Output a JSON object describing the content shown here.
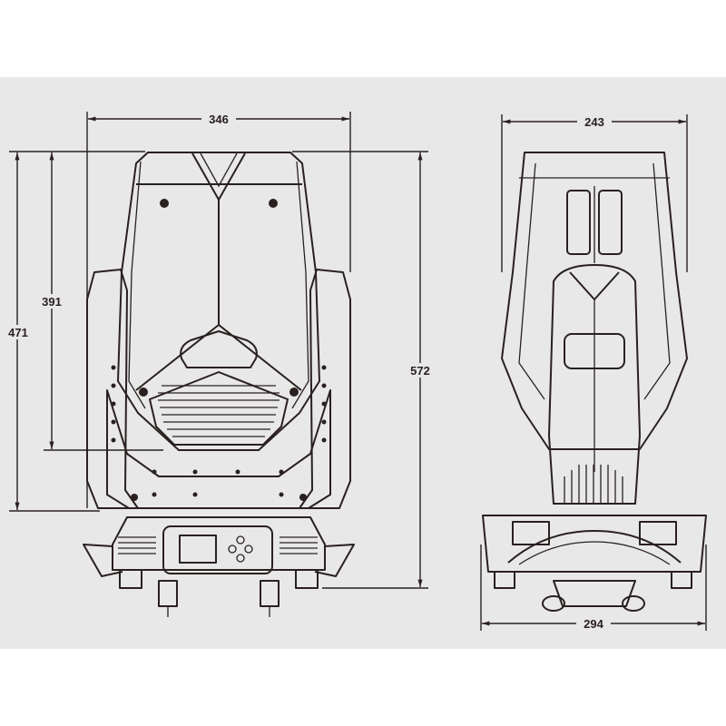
{
  "figure": {
    "colors": {
      "background": "#e8e8e8",
      "line": "#2a2020",
      "page": "#ffffff"
    },
    "dimensions": {
      "front_width": "346",
      "front_height_yoke": "471",
      "front_height_head": "391",
      "total_height": "572",
      "side_width_top": "243",
      "side_width_base": "294"
    }
  }
}
